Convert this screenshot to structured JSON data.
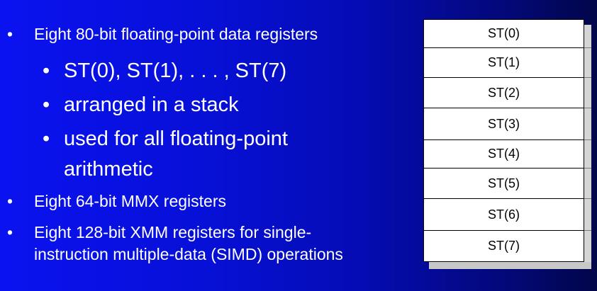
{
  "slide": {
    "bullets": [
      {
        "level": 1,
        "text": "Eight 80-bit floating-point data registers"
      },
      {
        "level": 2,
        "text": "ST(0), ST(1), . . . , ST(7)"
      },
      {
        "level": 2,
        "text": "arranged in a stack"
      },
      {
        "level": 2,
        "text": "used for all floating-point"
      },
      {
        "level": 2,
        "text": "arithmetic",
        "continuation": true
      },
      {
        "level": 1,
        "text": "Eight 64-bit MMX registers"
      },
      {
        "level": 1,
        "text": "Eight 128-bit XMM registers for single-"
      },
      {
        "level": 1,
        "text": "instruction multiple-data (SIMD) operations",
        "continuation": true
      }
    ],
    "bullet_glyph": "•"
  },
  "register_stack": [
    "ST(0)",
    "ST(1)",
    "ST(2)",
    "ST(3)",
    "ST(4)",
    "ST(5)",
    "ST(6)",
    "ST(7)"
  ],
  "colors": {
    "background_left": "#0a12f0",
    "background_right": "#02064a",
    "text": "#ffffff",
    "register_box": "#ffffff"
  }
}
